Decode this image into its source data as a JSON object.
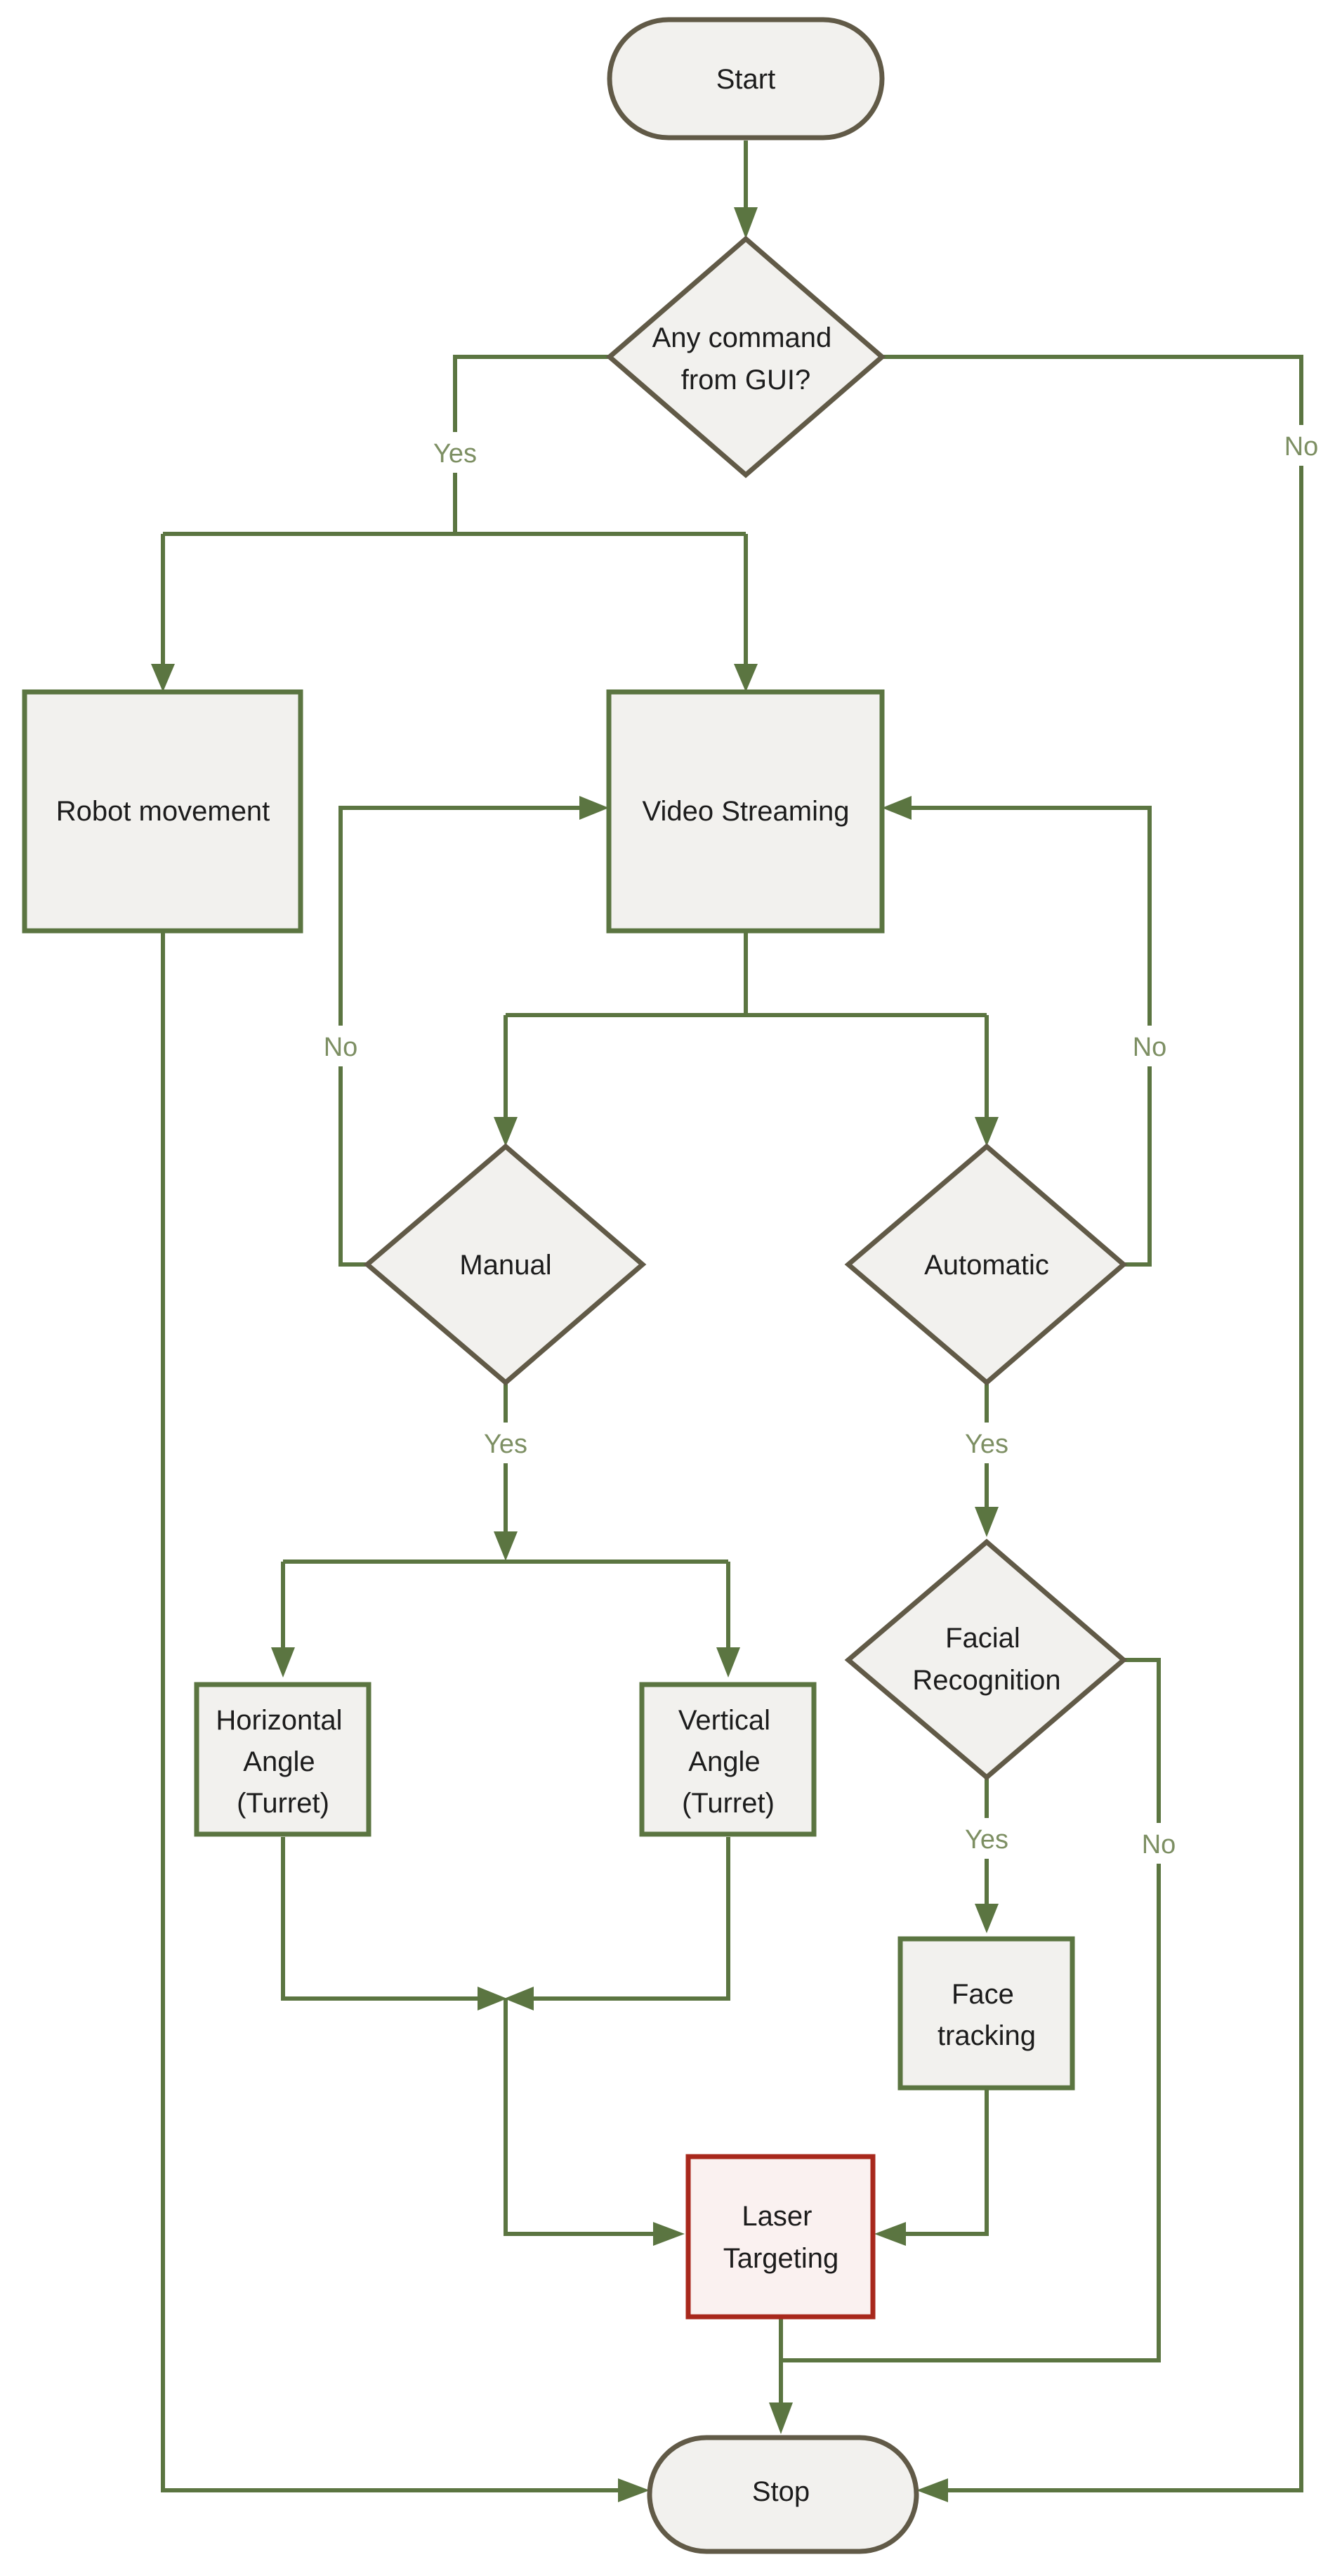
{
  "nodes": {
    "start": "Start",
    "gui_command": [
      "Any command",
      "from GUI?"
    ],
    "robot_movement": "Robot movement",
    "video_streaming": "Video Streaming",
    "manual": "Manual",
    "automatic": "Automatic",
    "horizontal_angle": [
      "Horizontal",
      "Angle",
      "(Turret)"
    ],
    "vertical_angle": [
      "Vertical",
      "Angle",
      "(Turret)"
    ],
    "facial_recognition": [
      "Facial",
      "Recognition"
    ],
    "face_tracking": [
      "Face",
      "tracking"
    ],
    "laser_targeting": [
      "Laser",
      "Targeting"
    ],
    "stop": "Stop"
  },
  "edge_labels": {
    "gui_yes": "Yes",
    "gui_no": "No",
    "manual_no": "No",
    "manual_yes": "Yes",
    "automatic_no": "No",
    "automatic_yes": "Yes",
    "facial_yes": "Yes",
    "facial_no": "No"
  },
  "colors": {
    "connector": "#5b7541",
    "shape_fill": "#f2f1ee",
    "terminal_border": "#615a47",
    "process_border": "#5b7541",
    "highlight_border": "#a8281c",
    "label_text": "#7d8f63"
  }
}
